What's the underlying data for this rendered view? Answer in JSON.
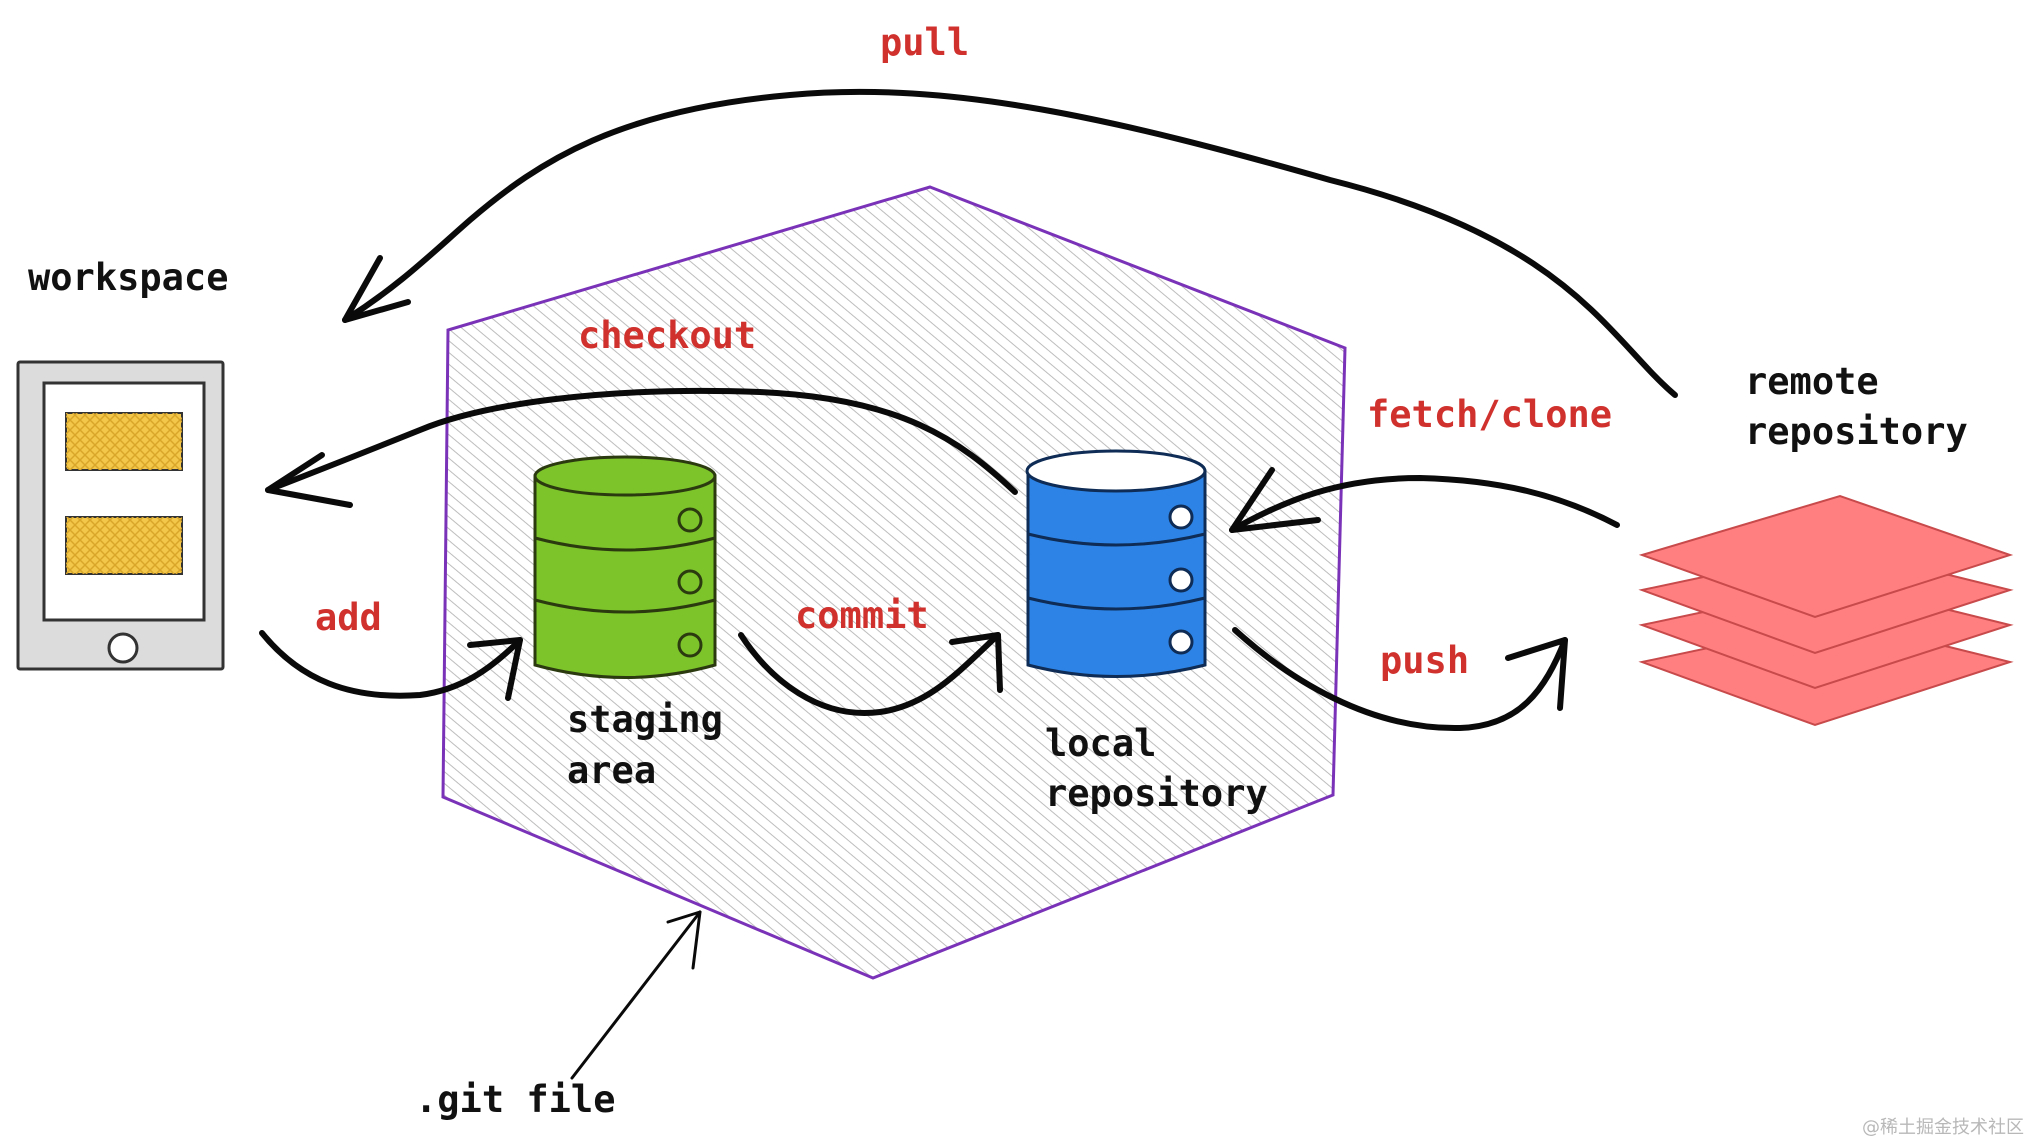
{
  "labels": {
    "workspace": "workspace",
    "staging_line1": "staging",
    "staging_line2": "area",
    "local_line1": "local",
    "local_line2": "repository",
    "remote_line1": "remote",
    "remote_line2": "repository",
    "git_file": ".git file"
  },
  "actions": {
    "pull": "pull",
    "checkout": "checkout",
    "fetch_clone": "fetch/clone",
    "add": "add",
    "commit": "commit",
    "push": "push"
  },
  "watermark": "@稀土掘金技术社区",
  "colors": {
    "action_text": "#d0312d",
    "git_boundary": "#7a33b8",
    "staging_db": "#7cc42a",
    "local_db": "#2d84e6",
    "remote_layers": "#ff7f80",
    "workspace_cards": "#f3c74a",
    "device_frame": "#dcdcdc"
  }
}
